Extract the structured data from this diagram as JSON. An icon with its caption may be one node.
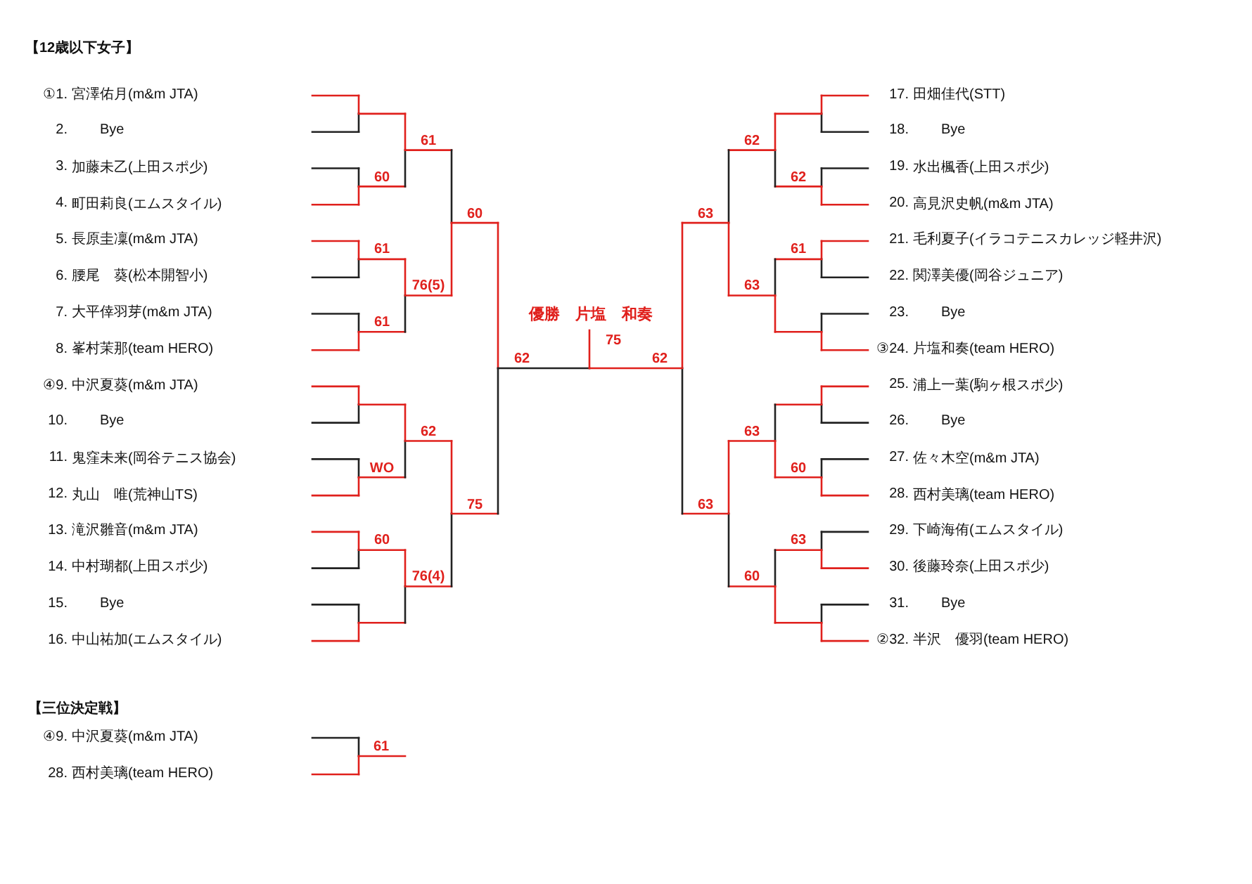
{
  "diagram": {
    "title": "【12歳以下女子】",
    "nodes": [
      {
        "text": [
          "①1.",
          "宮澤佑月(m&m JTA)"
        ]
      },
      {
        "text": [
          "2.",
          "Bye"
        ]
      },
      {
        "text": [
          "3.",
          "加藤未乙(上田スポ少)"
        ]
      },
      {
        "text": [
          "4.",
          "町田莉良(エムスタイル)"
        ]
      },
      {
        "text": [
          "5.",
          "長原圭凜(m&m JTA)"
        ]
      },
      {
        "text": [
          "6.",
          "腰尾　葵(松本開智小)"
        ]
      },
      {
        "text": [
          "7.",
          "大平倖羽芽(m&m JTA)"
        ]
      },
      {
        "text": [
          "8.",
          "峯村茉那(team HERO)"
        ]
      },
      {
        "text": [
          "④9.",
          "中沢夏葵(m&m JTA)"
        ]
      },
      {
        "text": [
          "10.",
          "Bye"
        ]
      },
      {
        "text": [
          "11.",
          "鬼窪未来(岡谷テニス協会)"
        ]
      },
      {
        "text": [
          "12.",
          "丸山　唯(荒神山TS)"
        ]
      },
      {
        "text": [
          "13.",
          "滝沢雛音(m&m JTA)"
        ]
      },
      {
        "text": [
          "14.",
          "中村瑚都(上田スポ少)"
        ]
      },
      {
        "text": [
          "15.",
          "Bye"
        ]
      },
      {
        "text": [
          "16.",
          "中山祐加(エムスタイル)"
        ]
      },
      {
        "text": [
          "17.",
          "田畑佳代(STT)"
        ]
      },
      {
        "text": [
          "18.",
          "Bye"
        ]
      },
      {
        "text": [
          "19.",
          "水出楓香(上田スポ少)"
        ]
      },
      {
        "text": [
          "20.",
          "高見沢史帆(m&m JTA)"
        ]
      },
      {
        "text": [
          "21.",
          "毛利夏子(イラコテニスカレッジ軽井沢)"
        ]
      },
      {
        "text": [
          "22.",
          "関澤美優(岡谷ジュニア)"
        ]
      },
      {
        "text": [
          "23.",
          "Bye"
        ]
      },
      {
        "text": [
          "③24.",
          "片塩和奏(team HERO)"
        ]
      },
      {
        "text": [
          "25.",
          "浦上一葉(駒ヶ根スポ少)"
        ]
      },
      {
        "text": [
          "26.",
          "Bye"
        ]
      },
      {
        "text": [
          "27.",
          "佐々木空(m&m JTA)"
        ]
      },
      {
        "text": [
          "28.",
          "西村美璃(team HERO)"
        ]
      },
      {
        "text": [
          "29.",
          "下崎海侑(エムスタイル)"
        ]
      },
      {
        "text": [
          "30.",
          "後藤玲奈(上田スポ少)"
        ]
      },
      {
        "text": [
          "31.",
          "Bye"
        ]
      },
      {
        "text": [
          "②32.",
          "半沢　優羽(team HERO)"
        ]
      },
      {
        "text": [
          "④9.",
          "中沢夏葵(m&m JTA)"
        ]
      },
      {
        "text": [
          "28.",
          "西村美璃(team HERO)"
        ]
      }
    ],
    "labels": [
      "61",
      "60",
      "60",
      "61",
      "76(5)",
      "61",
      "優勝 片塩 和奏",
      "75",
      "62",
      "62",
      "62",
      "WO",
      "75",
      "60",
      "76(4)",
      "62",
      "62",
      "63",
      "61",
      "63",
      "63",
      "60",
      "63",
      "63",
      "60",
      "【三位決定戦】",
      "61"
    ]
  }
}
